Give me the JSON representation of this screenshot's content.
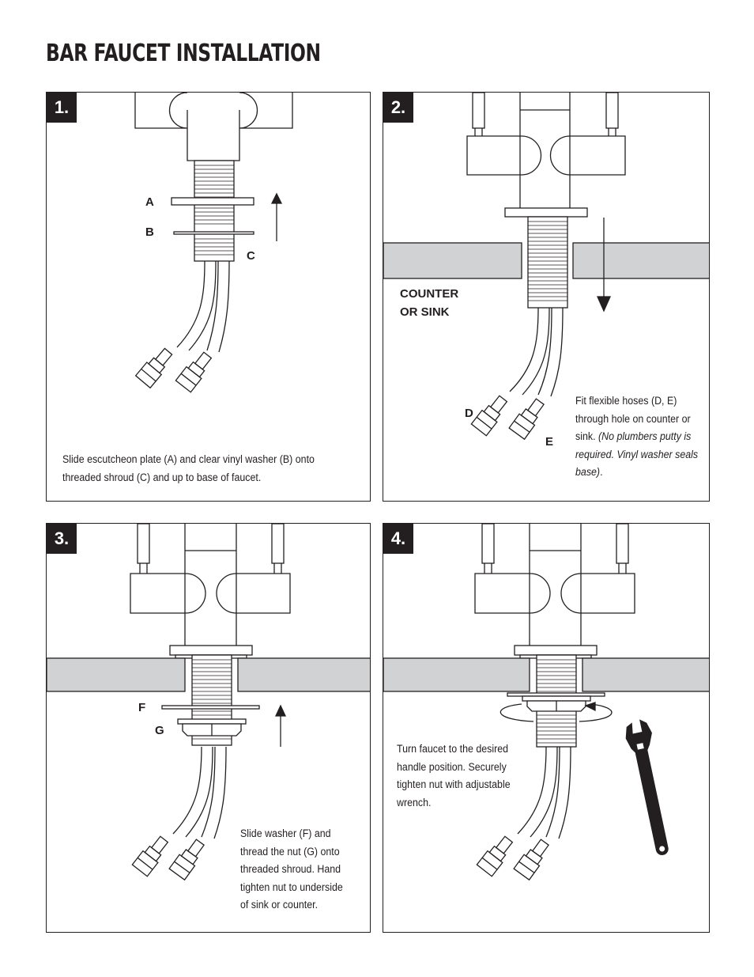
{
  "title": "BAR FAUCET INSTALLATION",
  "panels": [
    {
      "number": "1.",
      "labels": {
        "a": "A",
        "b": "B",
        "c": "C"
      },
      "text": "Slide escutcheon plate (A) and clear vinyl washer (B) onto threaded shroud (C) and up to base of faucet."
    },
    {
      "number": "2.",
      "counter_label_1": "COUNTER",
      "counter_label_2": "OR SINK",
      "labels": {
        "d": "D",
        "e": "E"
      },
      "text_plain": "Fit flexible hoses (D, E) through hole on counter or sink. ",
      "text_italic": "(No plumbers putty is required. Vinyl washer seals base)",
      "text_end": "."
    },
    {
      "number": "3.",
      "labels": {
        "f": "F",
        "g": "G"
      },
      "text": "Slide washer (F) and thread the nut (G) onto threaded shroud. Hand tighten nut to underside of sink or counter."
    },
    {
      "number": "4.",
      "text": "Turn faucet to the desired handle position. Securely tighten nut with adjustable wrench."
    }
  ],
  "colors": {
    "ink": "#231f20",
    "counter": "#d1d2d4"
  }
}
